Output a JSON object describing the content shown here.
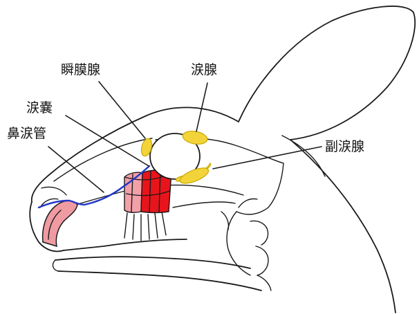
{
  "labels": {
    "nictitating_gland": "瞬膜腺",
    "lacrimal_gland": "涙腺",
    "lacrimal_sac": "涙嚢",
    "nasolacrimal_duct": "鼻涙管",
    "accessory_lacrimal_gland": "副涙腺"
  },
  "colors": {
    "gland_yellow": "#f2d43a",
    "gland_stroke": "#c9a800",
    "duct_blue": "#2237c8",
    "sac_red": "#e8141c",
    "sac_pink": "#f2a0a8",
    "turbinate_pink": "#f09aa2",
    "line": "#1a1a1a"
  }
}
